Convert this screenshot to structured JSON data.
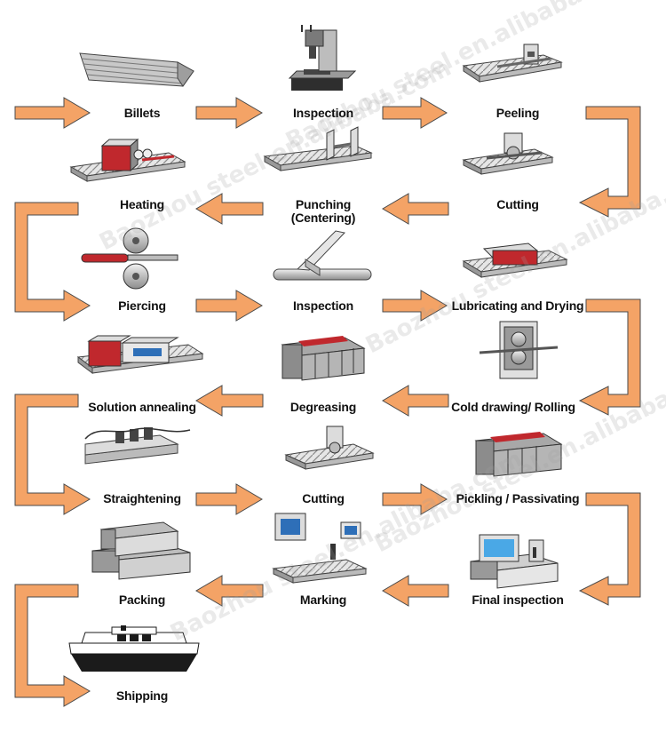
{
  "diagram": {
    "steps": [
      {
        "id": "billets",
        "label": "Billets"
      },
      {
        "id": "inspection-1",
        "label": "Inspection"
      },
      {
        "id": "peeling",
        "label": "Peeling"
      },
      {
        "id": "cutting-1",
        "label": "Cutting"
      },
      {
        "id": "punching",
        "label": "Punching",
        "sublabel": "(Centering)"
      },
      {
        "id": "heating",
        "label": "Heating"
      },
      {
        "id": "piercing",
        "label": "Piercing"
      },
      {
        "id": "inspection-2",
        "label": "Inspection"
      },
      {
        "id": "lubricating",
        "label": "Lubricating and Drying"
      },
      {
        "id": "cold-drawing",
        "label": "Cold drawing/ Rolling"
      },
      {
        "id": "degreasing",
        "label": "Degreasing"
      },
      {
        "id": "solution-annealing",
        "label": "Solution annealing"
      },
      {
        "id": "straightening",
        "label": "Straightening"
      },
      {
        "id": "cutting-2",
        "label": "Cutting"
      },
      {
        "id": "pickling",
        "label": "Pickling / Passivating"
      },
      {
        "id": "final-inspection",
        "label": "Final inspection"
      },
      {
        "id": "marking",
        "label": "Marking"
      },
      {
        "id": "packing",
        "label": "Packing"
      },
      {
        "id": "shipping",
        "label": "Shipping"
      }
    ]
  },
  "watermarks": [
    "Baozhou steel.en.alibaba.com",
    "Baozhou steel.en.alibaba.com",
    "Baozhou steel.en.alibaba.com",
    "Baozhou steel.en.alibaba.com",
    "Baozhou steel.en.alibaba.com"
  ],
  "colors": {
    "arrow_fill": "#f4a366",
    "arrow_stroke": "#4a4a4a",
    "accent_red": "#c0282d",
    "machine_gray": "#d9d9d9",
    "machine_dark": "#555555"
  },
  "icons": [
    "billets-icon",
    "inspection-machine-icon",
    "peeling-machine-icon",
    "heating-furnace-icon",
    "punching-machine-icon",
    "cutting-saw-icon",
    "piercing-mill-icon",
    "pipe-inspection-icon",
    "lubrication-tank-icon",
    "solution-annealing-furnace-icon",
    "degreasing-tank-icon",
    "cold-drawing-mill-icon",
    "straightening-machine-icon",
    "cutting-machine-icon",
    "pickling-tank-icon",
    "packing-boxes-icon",
    "marking-machine-icon",
    "final-inspection-machine-icon",
    "ship-icon"
  ]
}
